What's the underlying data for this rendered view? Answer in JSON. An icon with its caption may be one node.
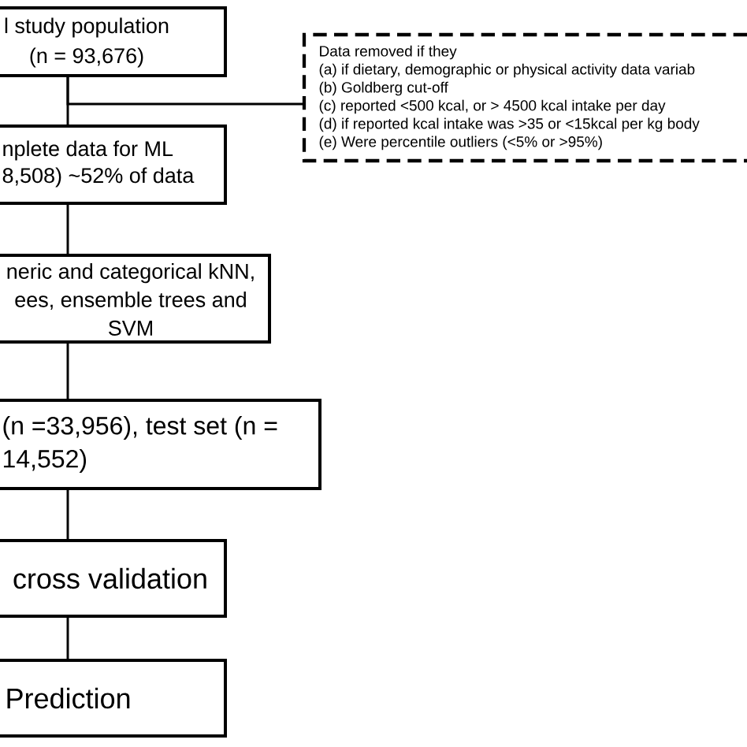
{
  "diagram": {
    "nodes": [
      {
        "text": [
          "l study population (n = 93,676)"
        ]
      },
      {
        "text": [
          "nplete data for ML 8,508) ~52% of data"
        ]
      },
      {
        "text": [
          "Data removed if they",
          "(a) if dietary, demographic or physical activity data variab",
          "(b) Goldberg cut-off",
          "(c) reported <500 kcal, or > 4500 kcal intake per day",
          "(d) if reported kcal intake was >35 or <15kcal per kg body",
          "(e) Were percentile outliers (<5% or >95%)"
        ]
      },
      {
        "text": [
          "neric and categorical kNN, ees, ensemble trees and SVM"
        ]
      },
      {
        "text": [
          "(n =33,956), test set (n = 14,552)"
        ]
      },
      {
        "text": [
          "cross validation"
        ]
      },
      {
        "text": [
          "Prediction"
        ]
      }
    ],
    "edges": [
      {
        "from": 0,
        "to": 1,
        "arrow": "none"
      },
      {
        "from": 0,
        "to": 2,
        "arrow": "none"
      },
      {
        "from": 1,
        "to": 3,
        "arrow": "none"
      },
      {
        "from": 3,
        "to": 4,
        "arrow": "none"
      },
      {
        "from": 4,
        "to": 5,
        "arrow": "none"
      },
      {
        "from": 5,
        "to": 6,
        "arrow": "none"
      }
    ]
  }
}
